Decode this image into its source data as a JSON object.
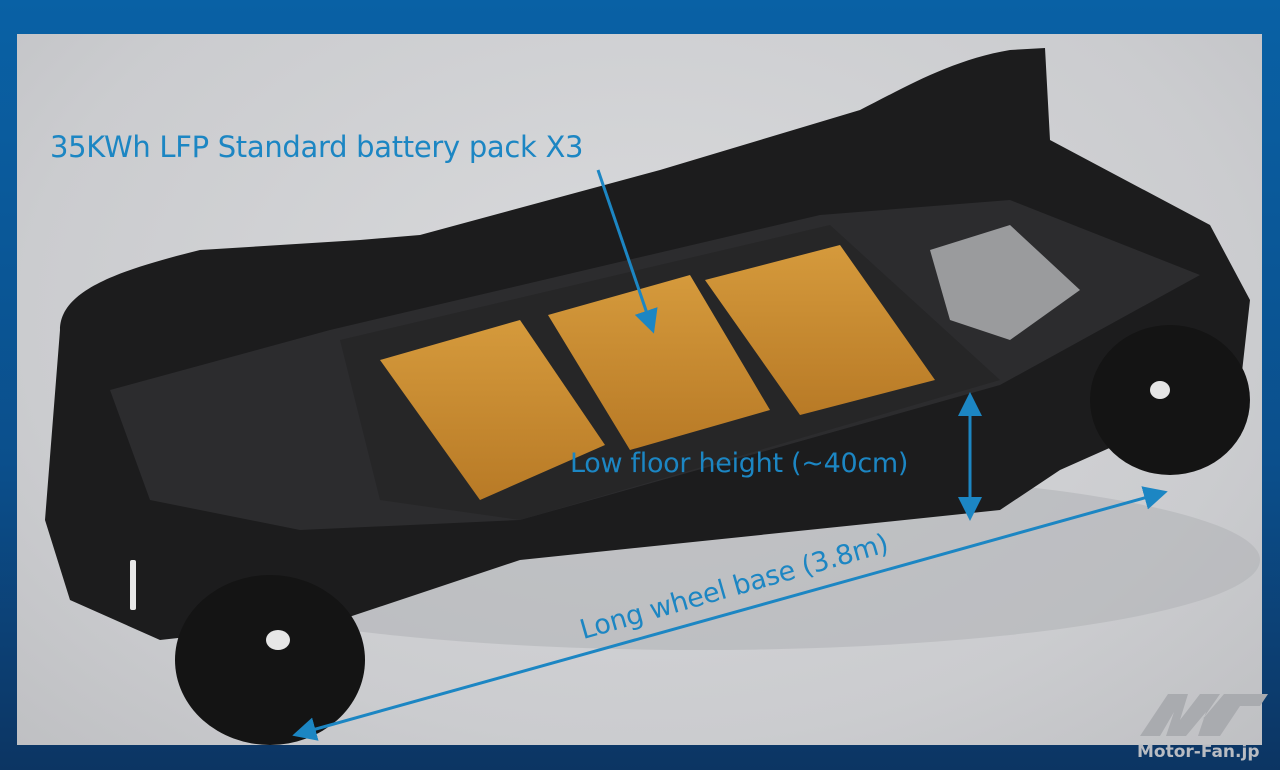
{
  "annotations": {
    "battery": "35KWh LFP Standard battery pack X3",
    "floor_height": "Low floor height (~40cm)",
    "wheel_base": "Long wheel base (3.8m)"
  },
  "watermark": {
    "text": "Motor-Fan.jp",
    "logo": "MF"
  },
  "colors": {
    "frame": "#0961a5",
    "annotation": "#1c86c3",
    "battery": "#c98a2e",
    "chassis": "#1e1e1f"
  }
}
